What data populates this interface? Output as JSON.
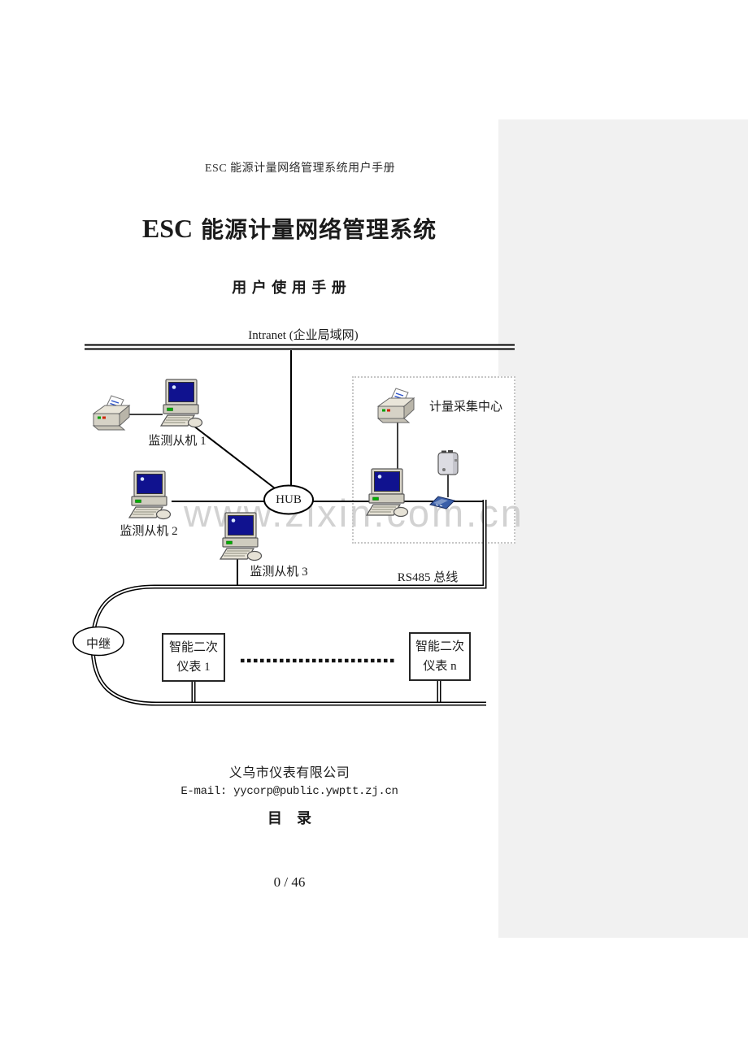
{
  "doc": {
    "header": "ESC 能源计量网络管理系统用户手册",
    "title_en": "ESC",
    "title_cn": "能源计量网络管理系统",
    "subtitle": "用 户 使 用 手 册",
    "company": "义乌市仪表有限公司",
    "email": "E-mail: yycorp@public.ywptt.zj.cn",
    "toc": "目    录",
    "page_number": "0 / 46"
  },
  "diagram": {
    "intranet_label": "Intranet (企业局域网)",
    "hub_label": "HUB",
    "relay_label": "中继",
    "rs485_label": "RS485 总线",
    "collection_center_label": "计量采集中心",
    "monitor1_label": "监测从机 1",
    "monitor2_label": "监测从机 2",
    "monitor3_label": "监测从机 3",
    "meter1_line1": "智能二次",
    "meter1_line2": "仪表 1",
    "metern_line1": "智能二次",
    "metern_line2": "仪表 n"
  },
  "watermark": "www.zixin.com.cn",
  "colors": {
    "page_bg": "#ffffff",
    "outside_bg": "#f1f1f1",
    "watermark": "#cbcbcb",
    "line": "#000000",
    "screen_blue": "#10128f"
  }
}
